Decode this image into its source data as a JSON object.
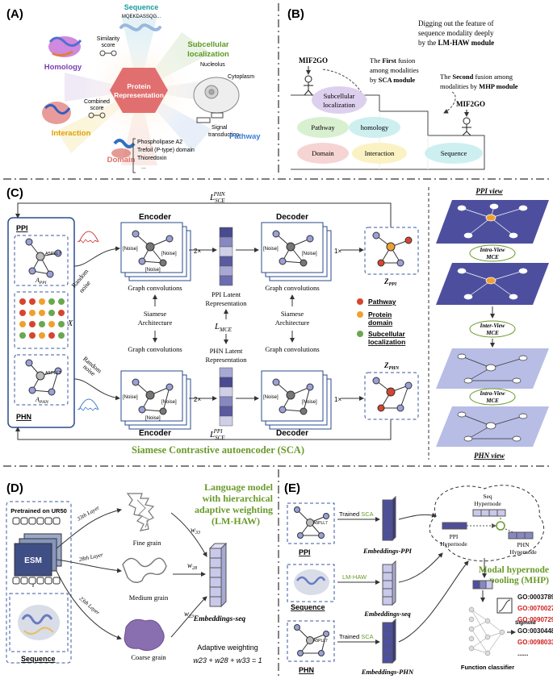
{
  "panels": {
    "a": "(A)",
    "b": "(B)",
    "c": "(C)",
    "d": "(D)",
    "e": "(E)"
  },
  "panel_a": {
    "sequence_title": "Sequence",
    "sequence_text": "MQEKDASSQG...",
    "center": [
      "Protein",
      "Representation"
    ],
    "similarity": [
      "Similarity",
      "score"
    ],
    "homology": "Homology",
    "combined": [
      "Combined",
      "score"
    ],
    "interaction": "Interaction",
    "domain": "Domain",
    "domain_items": [
      "Phospholipase A2",
      "Trefoil (P-type) domain",
      "Thioredoxin",
      "..."
    ],
    "subcellular": [
      "Subcellular",
      "localization"
    ],
    "nucleolus": "Nucleolus",
    "cytoplasm": "Cytoplasm",
    "signal": [
      "Signal",
      "transduction"
    ],
    "pathway": "Pathway",
    "colors": {
      "sequence": "#1a9aa0",
      "homology": "#7a3fb0",
      "interaction": "#e0a000",
      "domain": "#d9706a",
      "subcellular": "#5a9a20",
      "pathway": "#3a7bd5",
      "center": "#e26f6f"
    }
  },
  "panel_b": {
    "top_text": [
      "Digging out the feature of",
      "sequence modality deeply",
      "by the "
    ],
    "lmhaw": "LM-HAW module",
    "mif_left": "MIF2GO",
    "mif_right": "MIF2GO",
    "first": [
      "The ",
      "First",
      " fusion",
      "among modalities",
      "by ",
      "SCA module"
    ],
    "second": [
      "The ",
      "Second",
      " fusion among",
      "modalities by ",
      "MHP module"
    ],
    "boxes": [
      "Subcellular",
      "localization",
      "Pathway",
      "homology",
      "Domain",
      "Interaction",
      "Sequence"
    ]
  },
  "panel_c": {
    "loss_top": "L",
    "loss_top_sub": "SCE",
    "loss_top_sup": "PHN",
    "loss_bot_sup": "PPI",
    "loss_mce": "MCE",
    "ppi": "PPI",
    "phn": "PHN",
    "a5pll7": "A5PLL7",
    "a_ppi": "A",
    "a_ppi_sub": "PPI",
    "a_phn_sub": "PHN",
    "x": "X",
    "random_noise": [
      "Random",
      "noise"
    ],
    "encoder": "Encoder",
    "decoder": "Decoder",
    "noise": "[Noise]",
    "times2": "2×",
    "times1": "1×",
    "graph_conv": "Graph convolutions",
    "siamese": [
      "Siamese",
      "Architecture"
    ],
    "ppi_latent": [
      "PPI Latent",
      "Representation"
    ],
    "phn_latent": [
      "PHN Latent",
      "Representation"
    ],
    "z": "Z",
    "legend": [
      "Pathway",
      "Protein",
      "domain",
      "Subcellular",
      "localization"
    ],
    "sca_title": "Siamese Contrastive autoencoder (SCA)",
    "ppi_view": "PPI view",
    "phn_view": "PHN view",
    "intra_view": [
      "Intra-View",
      "MCE"
    ],
    "inter_view": [
      "Inter-View",
      "MCE"
    ],
    "colors": {
      "red": "#d6452f",
      "orange": "#f0a030",
      "green": "#6aa84f",
      "node": "#9aa0d8",
      "latent": "#5a5aa0",
      "view": "#4d4f9e"
    }
  },
  "panel_d": {
    "title": [
      "Language model",
      "with hierarchical",
      "adaptive weighting",
      "(LM-HAW)"
    ],
    "pretrained": "Pretrained on UR50",
    "esm": "ESM",
    "layer33": "33th Layer",
    "layer28": "28th Layer",
    "layer23": "23th Layer",
    "fine": "Fine grain",
    "medium": "Medium grain",
    "coarse": "Coarse grain",
    "w33": "w",
    "w28": "w",
    "w23": "w",
    "w33s": "33",
    "w28s": "28",
    "w23s": "23",
    "emb": "Embeddings-seq",
    "sequence": "Sequence",
    "adaptive": "Adaptive weighting",
    "formula": "w23 + w28 + w33 = 1"
  },
  "panel_e": {
    "trained_sca": "Trained ",
    "sca": "SCA",
    "lmhaw": "LM-HAW",
    "emb_ppi": "Embeddings-PPI",
    "emb_seq": "Embeddings-seq",
    "emb_phn": "Embeddings-PHN",
    "ppi": "PPI",
    "sequence": "Sequence",
    "phn": "PHN",
    "a5pll7": "A5PLL7",
    "seq_hyper": [
      "Seq",
      "Hypernode"
    ],
    "ppi_hyper": [
      "PPI",
      "Hypernode"
    ],
    "phn_hyper": [
      "PHN",
      "Hypernode"
    ],
    "mhp": [
      "Modal hypernode",
      "pooling (MHP)"
    ],
    "sigmoid": "Sigmoid",
    "function": "Function classifier",
    "go": [
      "GO:0003789",
      "GO:0070027",
      "GO:0090729",
      "GO:0030448",
      "GO:0098033",
      "......"
    ],
    "go_red": [
      false,
      true,
      true,
      false,
      true,
      false
    ]
  }
}
